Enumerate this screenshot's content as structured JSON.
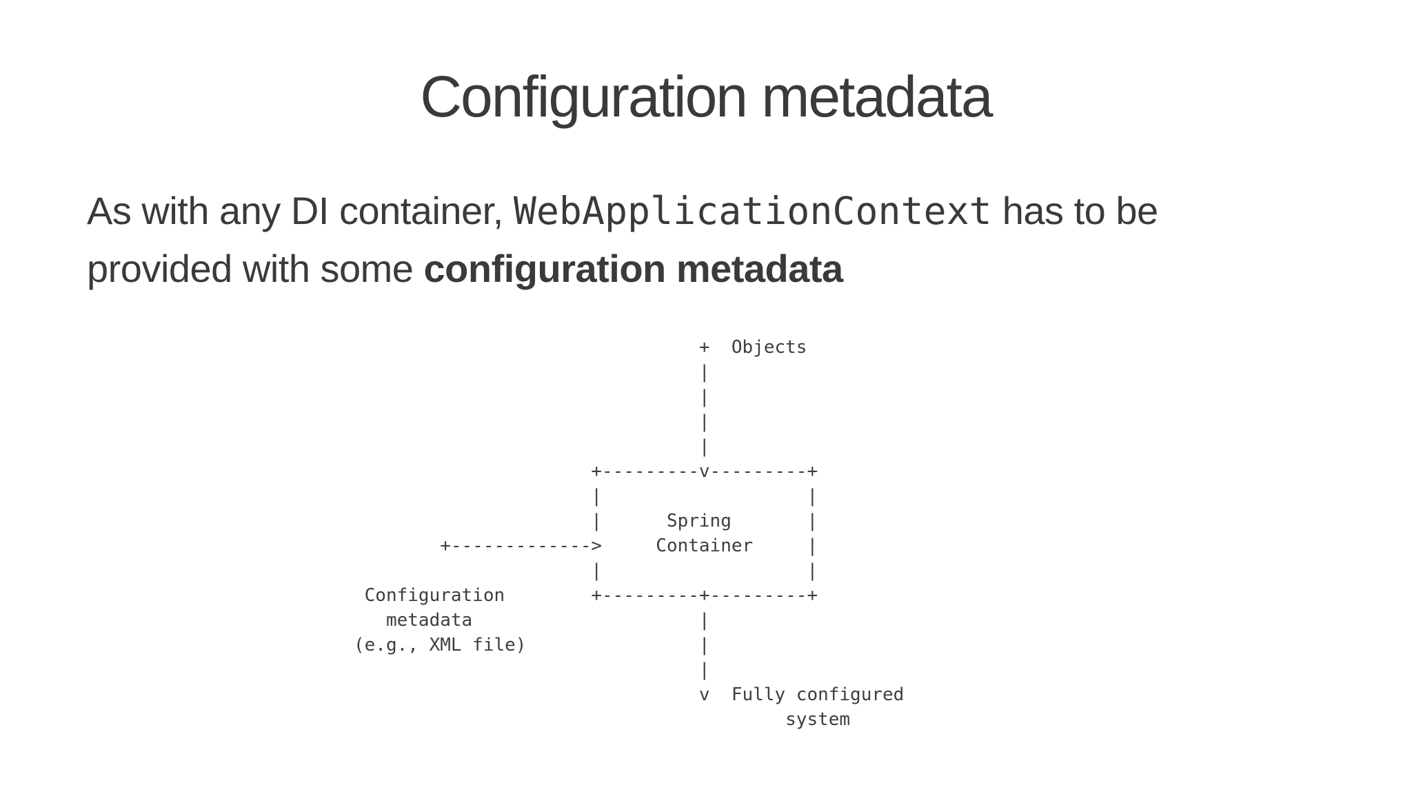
{
  "slide": {
    "title": "Configuration metadata",
    "body": {
      "before_code": "As with any DI container, ",
      "code": "WebApplicationContext",
      "after_code": " has to be",
      "line2_text": "provided with some ",
      "line2_bold": "configuration metadata"
    },
    "diagram": {
      "type": "ascii-flow",
      "nodes": {
        "input_top": "Objects",
        "container": "Spring Container",
        "input_left": "Configuration metadata (e.g., XML file)",
        "output_bottom": "Fully configured system"
      },
      "ascii": [
        "                                +  Objects",
        "                                |",
        "                                |",
        "                                |",
        "                                |",
        "                      +---------v---------+",
        "                      |                   |",
        "                      |      Spring       |",
        "        +------------->     Container     |",
        "                      |                   |",
        " Configuration        +---------+---------+",
        "   metadata                     |",
        "(e.g., XML file)                |",
        "                                |",
        "                                v  Fully configured",
        "                                        system"
      ]
    },
    "colors": {
      "text": "#3a3a3c",
      "background": "#ffffff"
    }
  }
}
